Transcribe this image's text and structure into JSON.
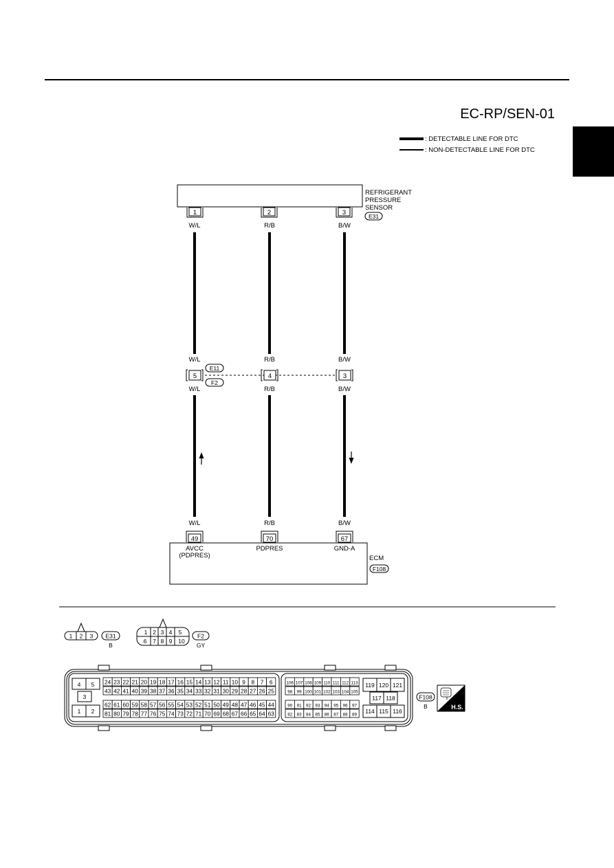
{
  "page": {
    "diagram_id": "EC-RP/SEN-01"
  },
  "legend": {
    "detectable": ": DETECTABLE LINE FOR DTC",
    "non_detectable": ": NON-DETECTABLE LINE FOR DTC"
  },
  "sensor": {
    "name_line1": "REFRIGERANT",
    "name_line2": "PRESSURE",
    "name_line3": "SENSOR",
    "connector": "E31",
    "pins": [
      "1",
      "2",
      "3"
    ]
  },
  "wires": {
    "colors": [
      "W/L",
      "R/B",
      "B/W"
    ]
  },
  "joint": {
    "upper_connector": "E11",
    "lower_connector": "F2",
    "pins": [
      "5",
      "4",
      "3"
    ]
  },
  "ecm": {
    "name": "ECM",
    "connector": "F108",
    "pins": [
      "49",
      "70",
      "67"
    ],
    "signal_labels": [
      "AVCC",
      "(PDPRES)",
      "PDPRES",
      "GND-A"
    ]
  },
  "connector_views": {
    "e31": {
      "id": "E31",
      "color": "B",
      "pins": [
        "1",
        "2",
        "3"
      ]
    },
    "f2": {
      "id": "F2",
      "color": "GY",
      "top_pins": [
        "1",
        "2",
        "3",
        "4",
        "5"
      ],
      "bottom_pins": [
        "6",
        "7",
        "8",
        "9",
        "10"
      ]
    },
    "f108": {
      "id": "F108",
      "color": "B",
      "left_pins": [
        "4",
        "5",
        "3",
        "1",
        "2"
      ],
      "block1_rows": [
        [
          "24",
          "23",
          "22",
          "21",
          "20",
          "19",
          "18",
          "17",
          "16",
          "15",
          "14",
          "13",
          "12",
          "11",
          "10",
          "9",
          "8",
          "7",
          "6"
        ],
        [
          "43",
          "42",
          "41",
          "40",
          "39",
          "38",
          "37",
          "36",
          "35",
          "34",
          "33",
          "32",
          "31",
          "30",
          "29",
          "28",
          "27",
          "26",
          "25"
        ],
        [
          "62",
          "61",
          "60",
          "59",
          "58",
          "57",
          "56",
          "55",
          "54",
          "53",
          "52",
          "51",
          "50",
          "49",
          "48",
          "47",
          "46",
          "45",
          "44"
        ],
        [
          "81",
          "80",
          "79",
          "78",
          "77",
          "76",
          "75",
          "74",
          "73",
          "72",
          "71",
          "70",
          "69",
          "68",
          "67",
          "66",
          "65",
          "64",
          "63"
        ]
      ],
      "block2_rows": [
        [
          "106",
          "107",
          "108",
          "109",
          "110",
          "111",
          "112",
          "113"
        ],
        [
          "98",
          "99",
          "100",
          "101",
          "102",
          "103",
          "104",
          "105"
        ],
        [
          "90",
          "91",
          "92",
          "93",
          "94",
          "95",
          "96",
          "97"
        ],
        [
          "82",
          "83",
          "84",
          "85",
          "86",
          "87",
          "88",
          "89"
        ]
      ],
      "block3_top": [
        "119",
        "120",
        "121"
      ],
      "block3_mid": [
        "117",
        "118"
      ],
      "block3_bottom": [
        "114",
        "115",
        "116"
      ]
    },
    "hs_badge": "H.S."
  }
}
